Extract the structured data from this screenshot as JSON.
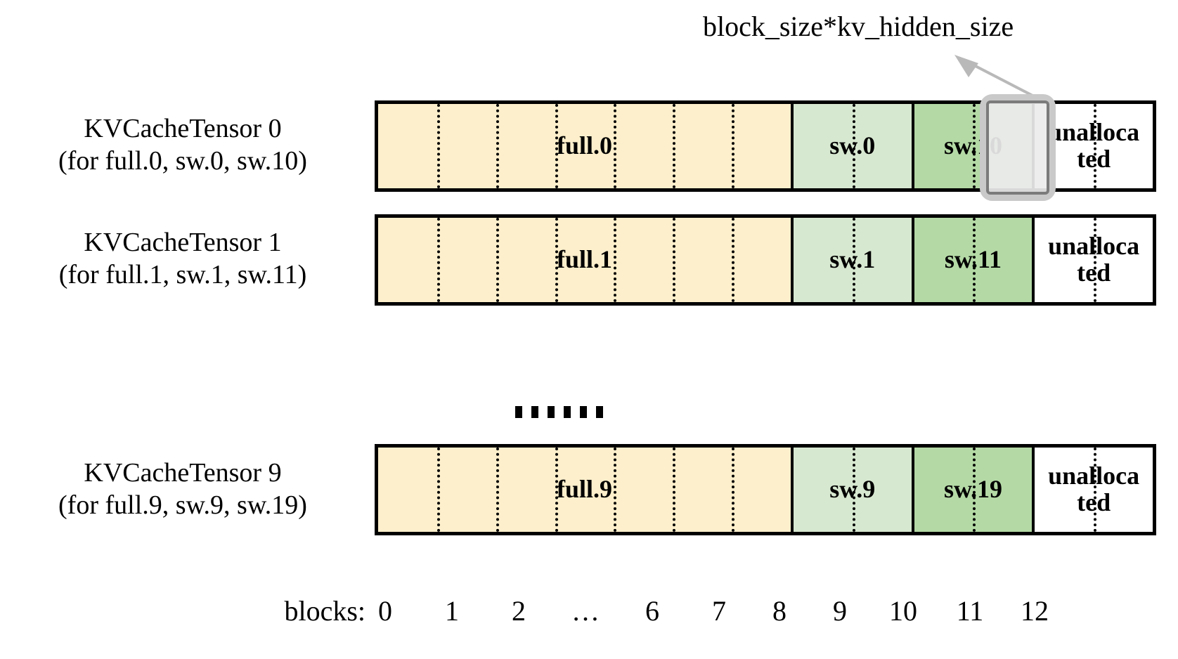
{
  "callout": {
    "label": "block_size*kv_hidden_size",
    "arrow_icon": "arrow-up-left-icon"
  },
  "highlight": {
    "name": "block-highlight",
    "target_block": 11,
    "border_color": "#c9c9c9",
    "fill_color": "#ececec"
  },
  "colors": {
    "full_attention": "#FDEFCB",
    "sliding_window_a": "#D7E8D0",
    "sliding_window_b": "#B4D9A5",
    "unallocated": "#FFFFFF",
    "outline": "#000000"
  },
  "rows": [
    {
      "label_line1": "KVCacheTensor 0",
      "label_line2": "(for full.0, sw.0, sw.10)",
      "segments": [
        {
          "text": "full.0",
          "style": "full",
          "blocks": 7
        },
        {
          "text": "sw.0",
          "style": "sw",
          "blocks": 2
        },
        {
          "text": "sw.10",
          "style": "sw2",
          "blocks": 2
        },
        {
          "text": "unalloca\nted",
          "style": "un",
          "blocks": 2
        }
      ]
    },
    {
      "label_line1": "KVCacheTensor 1",
      "label_line2": "(for full.1, sw.1, sw.11)",
      "segments": [
        {
          "text": "full.1",
          "style": "full",
          "blocks": 7
        },
        {
          "text": "sw.1",
          "style": "sw",
          "blocks": 2
        },
        {
          "text": "sw.11",
          "style": "sw2",
          "blocks": 2
        },
        {
          "text": "unalloca\nted",
          "style": "un",
          "blocks": 2
        }
      ]
    },
    {
      "label_line1": "KVCacheTensor 9",
      "label_line2": "(for full.9, sw.9, sw.19)",
      "segments": [
        {
          "text": "full.9",
          "style": "full",
          "blocks": 7
        },
        {
          "text": "sw.9",
          "style": "sw",
          "blocks": 2
        },
        {
          "text": "sw.19",
          "style": "sw2",
          "blocks": 2
        },
        {
          "text": "unalloca\nted",
          "style": "un",
          "blocks": 2
        }
      ]
    }
  ],
  "vertical_ellipsis": "......",
  "axis": {
    "title": "blocks:",
    "ticks": [
      "0",
      "1",
      "2",
      "…",
      "6",
      "7",
      "8",
      "9",
      "10",
      "11",
      "12"
    ]
  }
}
